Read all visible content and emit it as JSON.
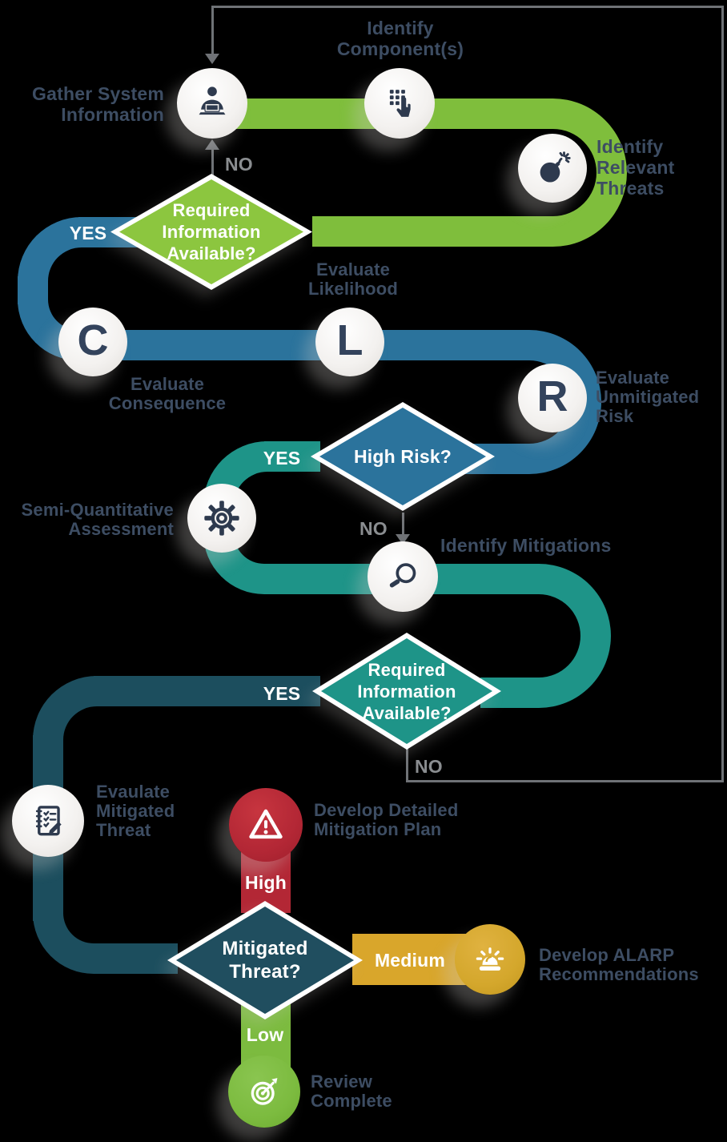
{
  "colors": {
    "background": "#000000",
    "pipe_green": "#7FBE3C",
    "pipe_blue": "#2B739C",
    "pipe_teal": "#1E9488",
    "pipe_dark_teal": "#1C4E5E",
    "pipe_red": "#B32735",
    "pipe_gold": "#D9A62B",
    "pipe_light_green": "#7CBB3F",
    "diamond_green": "#8CC63F",
    "diamond_blue": "#2B739C",
    "diamond_teal": "#1E9488",
    "diamond_dark": "#204E5F",
    "label_text": "#3D4D63",
    "icon_navy": "#2E3A4E",
    "connector_gray": "#6F7276",
    "no_label_gray": "#8A8D90"
  },
  "steps": {
    "gather_system_information": {
      "lines": [
        "Gather System",
        "Information"
      ]
    },
    "identify_components": {
      "lines": [
        "Identify",
        "Component(s)"
      ]
    },
    "identify_relevant_threats": {
      "lines": [
        "Identify",
        "Relevant",
        "Threats"
      ]
    },
    "evaluate_consequence": {
      "letter": "C",
      "lines": [
        "Evaluate",
        "Consequence"
      ]
    },
    "evaluate_likelihood": {
      "letter": "L",
      "lines": [
        "Evaluate",
        "Likelihood"
      ]
    },
    "evaluate_unmitigated_risk": {
      "letter": "R",
      "lines": [
        "Evaluate",
        "Unmitigated",
        "Risk"
      ]
    },
    "semi_quantitative_assessment": {
      "lines": [
        "Semi-Quantitative",
        "Assessment"
      ]
    },
    "identify_mitigations": {
      "lines": [
        "Identify Mitigations"
      ]
    },
    "evaulate_mitigated_threat": {
      "lines": [
        "Evaulate",
        "Mitigated",
        "Threat"
      ]
    },
    "develop_detailed_mitigation_plan": {
      "lines": [
        "Develop Detailed",
        "Mitigation Plan"
      ]
    },
    "develop_alarp_recommendations": {
      "lines": [
        "Develop ALARP",
        "Recommendations"
      ]
    },
    "review_complete": {
      "lines": [
        "Review",
        "Complete"
      ]
    }
  },
  "decisions": {
    "required_information_available_1": {
      "lines": [
        "Required",
        "Information",
        "Available?"
      ]
    },
    "high_risk": {
      "lines": [
        "High Risk?"
      ]
    },
    "required_information_available_2": {
      "lines": [
        "Required",
        "Information",
        "Available?"
      ]
    },
    "mitigated_threat": {
      "lines": [
        "Mitigated",
        "Threat?"
      ]
    }
  },
  "branch_labels": {
    "yes_1": "YES",
    "no_1": "NO",
    "yes_2": "YES",
    "no_2": "NO",
    "yes_3": "YES",
    "no_3": "NO",
    "high": "High",
    "medium": "Medium",
    "low": "Low"
  }
}
